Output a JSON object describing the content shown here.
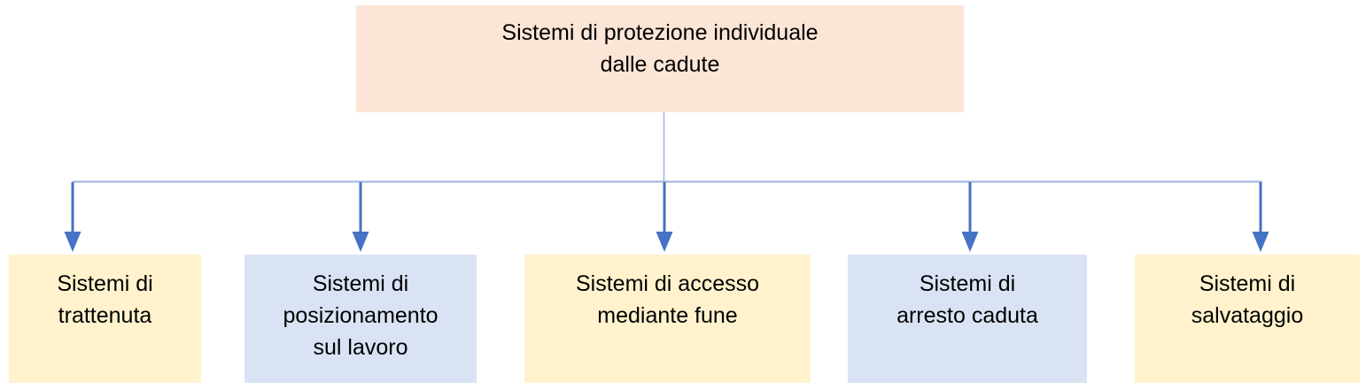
{
  "diagram": {
    "root": {
      "lines": [
        "Sistemi di protezione individuale",
        "dalle cadute"
      ],
      "fill": "#FBE5D6"
    },
    "children": [
      {
        "lines": [
          "Sistemi di",
          "trattenuta"
        ],
        "fill": "#FFF2CC"
      },
      {
        "lines": [
          "Sistemi di",
          "posizionamento",
          "sul lavoro"
        ],
        "fill": "#DAE3F3"
      },
      {
        "lines": [
          "Sistemi di accesso",
          "mediante fune"
        ],
        "fill": "#FFF2CC"
      },
      {
        "lines": [
          "Sistemi di",
          "arresto caduta"
        ],
        "fill": "#DAE3F3"
      },
      {
        "lines": [
          "Sistemi di",
          "salvataggio"
        ],
        "fill": "#FFF2CC"
      }
    ]
  },
  "colors": {
    "connector": "#4472C4",
    "tree_line": "#9FB3DB",
    "background": "#FFFFFF",
    "text": "#000000"
  }
}
